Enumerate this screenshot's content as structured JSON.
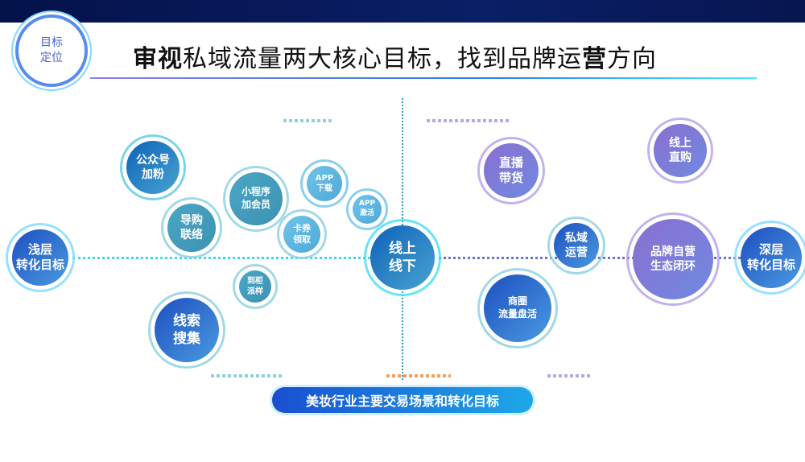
{
  "badge": {
    "line1": "目标",
    "line2": "定位"
  },
  "title": {
    "bold1": "审视",
    "mid": "私域流量两大核心目标，找到品牌运",
    "bold2": "营",
    "end": "方向"
  },
  "center": {
    "line1": "线上",
    "line2": "线下"
  },
  "left_goal": {
    "line1": "浅层",
    "line2": "转化目标"
  },
  "right_goal": {
    "line1": "深层",
    "line2": "转化目标"
  },
  "scenes": [
    {
      "line1": "公众号",
      "line2": "加粉"
    },
    {
      "line1": "导购",
      "line2": "联络"
    },
    {
      "line1": "小程序",
      "line2": "加会员"
    },
    {
      "line1": "APP",
      "line2": "下载"
    },
    {
      "line1": "APP",
      "line2": "激活"
    },
    {
      "line1": "卡券",
      "line2": "领取"
    },
    {
      "line1": "到柜",
      "line2": "派样"
    },
    {
      "line1": "线索",
      "line2": "搜集"
    },
    {
      "line1": "直播",
      "line2": "带货"
    },
    {
      "line1": "线上",
      "line2": "直购"
    },
    {
      "line1": "私域",
      "line2": "运营"
    },
    {
      "line1": "商圈",
      "line2": "流量盘活"
    },
    {
      "line1": "品牌自营",
      "line2": "生态闭环"
    }
  ],
  "banner": "美妆行业主要交易场景和转化目标"
}
